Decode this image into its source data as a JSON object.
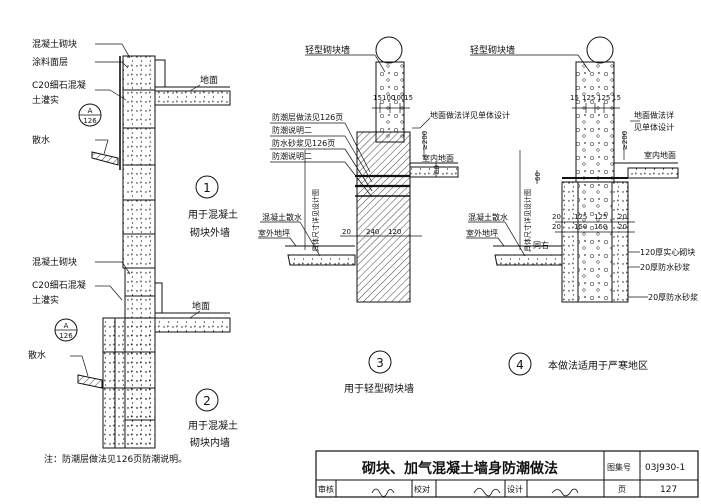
{
  "detail1": {
    "callout_1": "混凝土砌块",
    "callout_2": "涂料面层",
    "callout_3": "C20细石混凝",
    "callout_4": "土灌实",
    "callout_5": "散水",
    "ground_label": "地面",
    "ref_top": "A",
    "ref_bottom": "126",
    "number": "1",
    "caption_line1": "用于混凝土",
    "caption_line2": "砌块外墙"
  },
  "detail2": {
    "callout_1": "混凝土砌块",
    "callout_2": "C20细石混凝",
    "callout_3": "土灌实",
    "callout_4": "散水",
    "ground_label": "地面",
    "ref_top": "A",
    "ref_bottom": "126",
    "number": "2",
    "caption_line1": "用于混凝土",
    "caption_line2": "砌块内墙"
  },
  "detail3": {
    "wall_label": "轻型砌块墙",
    "dim_top": [
      "15",
      "100",
      "100",
      "15"
    ],
    "notes": [
      "防潮层做法见126页",
      "防潮说明二",
      "防水砂浆见126页",
      "防潮说明二"
    ],
    "floor_note": "地面做法详见单体设计",
    "dim_200": "≥200",
    "indoor_label": "室内地面",
    "dim_60": "60",
    "dim_vertical": "具体尺寸详见设计图",
    "apron_label": "混凝土散水",
    "outdoor_label": "室外地坪",
    "dim_base": [
      "20",
      "240",
      "120"
    ],
    "number": "3",
    "caption": "用于轻型砌块墙"
  },
  "detail4": {
    "wall_label": "轻型砌块墙",
    "dim_top": [
      "15",
      "125",
      "125",
      "15"
    ],
    "floor_note_1": "地面做法详",
    "floor_note_2": "见单体设计",
    "dim_200": "≥200",
    "indoor_label": "室内地面",
    "dim_60": "60",
    "dim_mid_a": [
      "20",
      "125",
      "125",
      "20"
    ],
    "dim_mid_b": [
      "20",
      "150",
      "150",
      "20"
    ],
    "dim_vertical": "具体尺寸详见设计图",
    "apron_label": "混凝土散水",
    "outdoor_label": "室外地坪",
    "tongyou": "同右",
    "note_1": "120厚实心砌块",
    "note_2": "20厚防水砂浆",
    "note_3": "20厚防水砂浆",
    "number": "4",
    "caption": "本做法适用于严寒地区"
  },
  "note": "注：防潮层做法见126页防潮说明。",
  "title_block": {
    "title": "砌块、加气混凝土墙身防潮做法",
    "atlas_label": "图集号",
    "atlas_no": "03J930-1",
    "review": "审核",
    "check": "校对",
    "design": "设计",
    "page_label": "页",
    "page_no": "127"
  },
  "colors": {
    "line": "#111111",
    "paper": "#ffffff"
  }
}
